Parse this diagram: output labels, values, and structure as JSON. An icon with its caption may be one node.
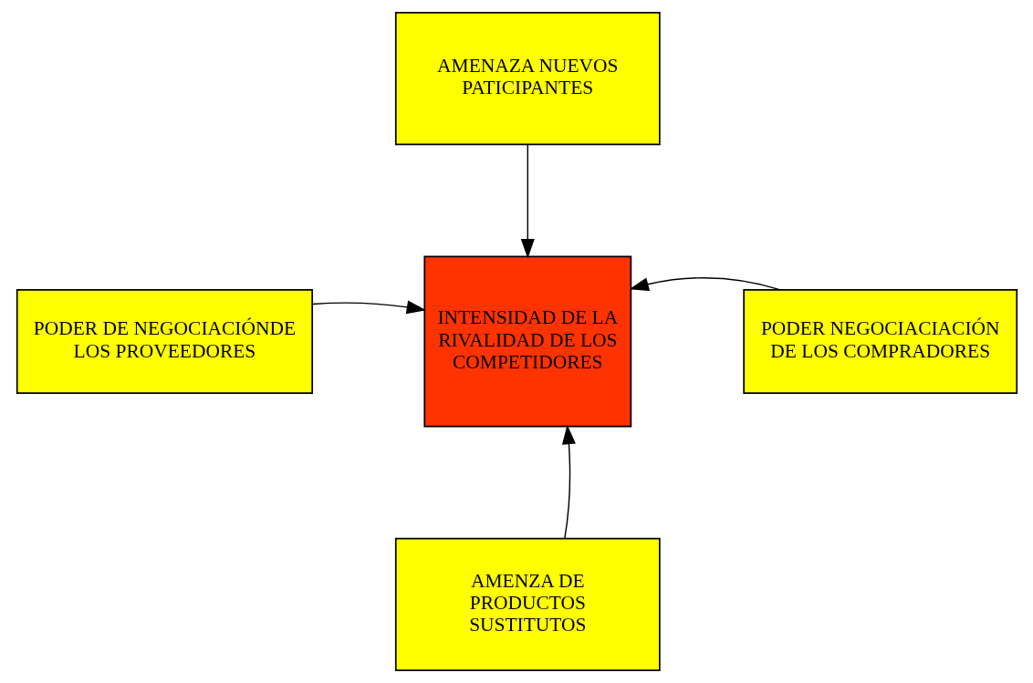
{
  "diagram": {
    "nodes": [
      {
        "text": [
          "AMENAZA NUEVOS PATICIPANTES"
        ]
      },
      {
        "text": [
          "PODER DE NEGOCIACIÓNDE LOS PROVEEDORES"
        ]
      },
      {
        "text": [
          "INTENSIDAD DE LA RIVALIDAD DE LOS COMPETIDORES"
        ]
      },
      {
        "text": [
          "PODER NEGOCIACIACIÓN DE LOS COMPRADORES"
        ]
      },
      {
        "text": [
          "AMENZA DE PRODUCTOS SUSTITUTOS"
        ]
      }
    ],
    "edges": [
      {
        "from": 0,
        "to": 2,
        "arrow": "to"
      },
      {
        "from": 1,
        "to": 2,
        "arrow": "to"
      },
      {
        "from": 3,
        "to": 2,
        "arrow": "to"
      },
      {
        "from": 4,
        "to": 2,
        "arrow": "to"
      }
    ]
  }
}
